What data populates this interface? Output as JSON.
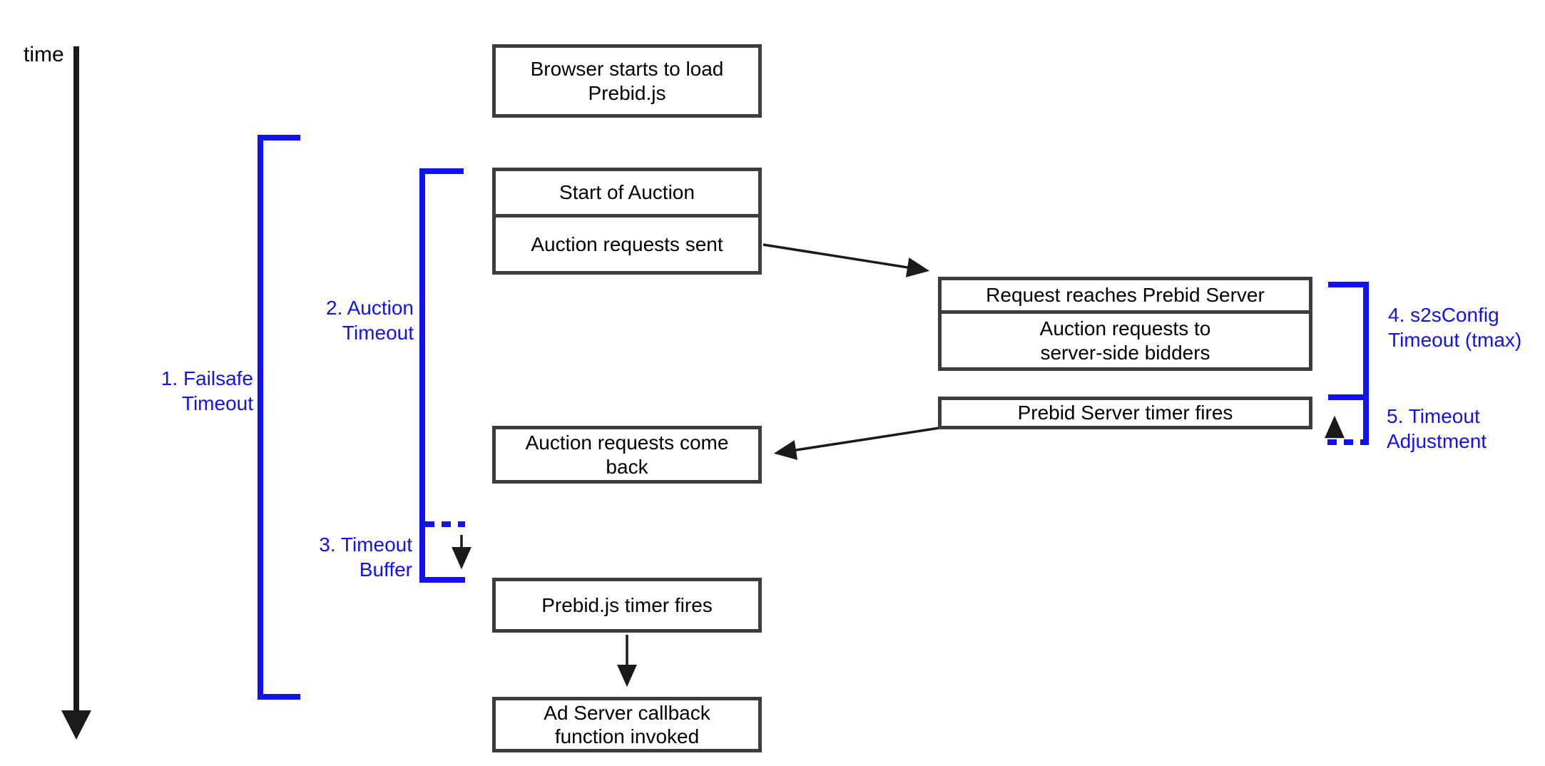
{
  "timeline": {
    "label": "time"
  },
  "colors": {
    "accent_blue": "#1212f0",
    "box_border": "#3d3d3d",
    "arrow_black": "#1a1a1a",
    "background": "#ffffff"
  },
  "boxes": {
    "browser_load": {
      "line1": "Browser starts to load",
      "line2": "Prebid.js"
    },
    "auction_start": {
      "line1": "Start of Auction"
    },
    "auction_requests_sent": {
      "line1": "Auction requests sent"
    },
    "request_reaches_server": {
      "line1": "Request reaches Prebid Server"
    },
    "requests_to_bidders": {
      "line1": "Auction requests to",
      "line2": "server-side bidders"
    },
    "server_timer_fires": {
      "line1": "Prebid Server timer fires"
    },
    "requests_come_back": {
      "line1": "Auction requests come",
      "line2": "back"
    },
    "prebid_timer_fires": {
      "line1": "Prebid.js timer fires"
    },
    "ad_server_callback": {
      "line1": "Ad Server callback",
      "line2": "function invoked"
    }
  },
  "timeout_labels": {
    "failsafe": {
      "line1": "1. Failsafe",
      "line2": "Timeout"
    },
    "auction": {
      "line1": "2. Auction",
      "line2": "Timeout"
    },
    "buffer": {
      "line1": "3. Timeout",
      "line2": "Buffer"
    },
    "s2s_config": {
      "line1": "4. s2sConfig",
      "line2": "Timeout (tmax)"
    },
    "adjustment": {
      "line1": "5. Timeout",
      "line2": "Adjustment"
    }
  }
}
